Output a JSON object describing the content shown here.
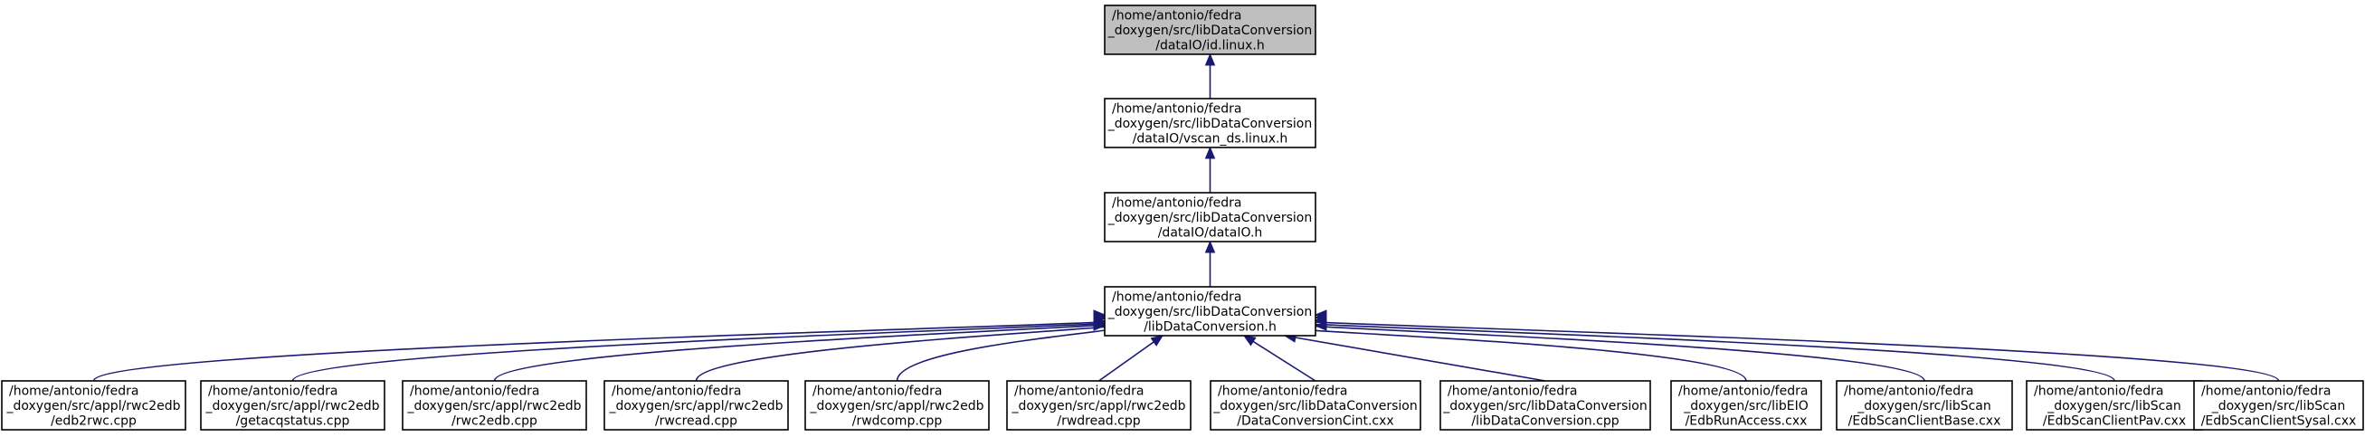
{
  "graph": {
    "colors": {
      "edge": "#191970",
      "node_fill": "#ffffff",
      "highlight_fill": "#bfbfbf",
      "border": "#000000"
    },
    "nodes": [
      {
        "id": "n0",
        "highlight": true,
        "lines": [
          "/home/antonio/fedra",
          "_doxygen/src/libDataConversion",
          "/dataIO/id.linux.h"
        ]
      },
      {
        "id": "n1",
        "lines": [
          "/home/antonio/fedra",
          "_doxygen/src/libDataConversion",
          "/dataIO/vscan_ds.linux.h"
        ]
      },
      {
        "id": "n2",
        "lines": [
          "/home/antonio/fedra",
          "_doxygen/src/libDataConversion",
          "/dataIO/dataIO.h"
        ]
      },
      {
        "id": "n3",
        "lines": [
          "/home/antonio/fedra",
          "_doxygen/src/libDataConversion",
          "/libDataConversion.h"
        ]
      },
      {
        "id": "c0",
        "lines": [
          "/home/antonio/fedra",
          "_doxygen/src/appl/rwc2edb",
          "/edb2rwc.cpp"
        ]
      },
      {
        "id": "c1",
        "lines": [
          "/home/antonio/fedra",
          "_doxygen/src/appl/rwc2edb",
          "/getacqstatus.cpp"
        ]
      },
      {
        "id": "c2",
        "lines": [
          "/home/antonio/fedra",
          "_doxygen/src/appl/rwc2edb",
          "/rwc2edb.cpp"
        ]
      },
      {
        "id": "c3",
        "lines": [
          "/home/antonio/fedra",
          "_doxygen/src/appl/rwc2edb",
          "/rwcread.cpp"
        ]
      },
      {
        "id": "c4",
        "lines": [
          "/home/antonio/fedra",
          "_doxygen/src/appl/rwc2edb",
          "/rwdcomp.cpp"
        ]
      },
      {
        "id": "c5",
        "lines": [
          "/home/antonio/fedra",
          "_doxygen/src/appl/rwc2edb",
          "/rwdread.cpp"
        ]
      },
      {
        "id": "c6",
        "lines": [
          "/home/antonio/fedra",
          "_doxygen/src/libDataConversion",
          "/DataConversionCint.cxx"
        ]
      },
      {
        "id": "c7",
        "lines": [
          "/home/antonio/fedra",
          "_doxygen/src/libDataConversion",
          "/libDataConversion.cpp"
        ]
      },
      {
        "id": "c8",
        "lines": [
          "/home/antonio/fedra",
          "_doxygen/src/libEIO",
          "/EdbRunAccess.cxx"
        ]
      },
      {
        "id": "c9",
        "lines": [
          "/home/antonio/fedra",
          "_doxygen/src/libScan",
          "/EdbScanClientBase.cxx"
        ]
      },
      {
        "id": "c10",
        "lines": [
          "/home/antonio/fedra",
          "_doxygen/src/libScan",
          "/EdbScanClientPav.cxx"
        ]
      },
      {
        "id": "c11",
        "lines": [
          "/home/antonio/fedra",
          "_doxygen/src/libScan",
          "/EdbScanClientSysal.cxx"
        ]
      }
    ],
    "edges": [
      {
        "from": "n1",
        "to": "n0"
      },
      {
        "from": "n2",
        "to": "n1"
      },
      {
        "from": "n3",
        "to": "n2"
      },
      {
        "from": "c0",
        "to": "n3"
      },
      {
        "from": "c1",
        "to": "n3"
      },
      {
        "from": "c2",
        "to": "n3"
      },
      {
        "from": "c3",
        "to": "n3"
      },
      {
        "from": "c4",
        "to": "n3"
      },
      {
        "from": "c5",
        "to": "n3"
      },
      {
        "from": "c6",
        "to": "n3"
      },
      {
        "from": "c7",
        "to": "n3"
      },
      {
        "from": "c8",
        "to": "n3"
      },
      {
        "from": "c9",
        "to": "n3"
      },
      {
        "from": "c10",
        "to": "n3"
      },
      {
        "from": "c11",
        "to": "n3"
      }
    ]
  }
}
